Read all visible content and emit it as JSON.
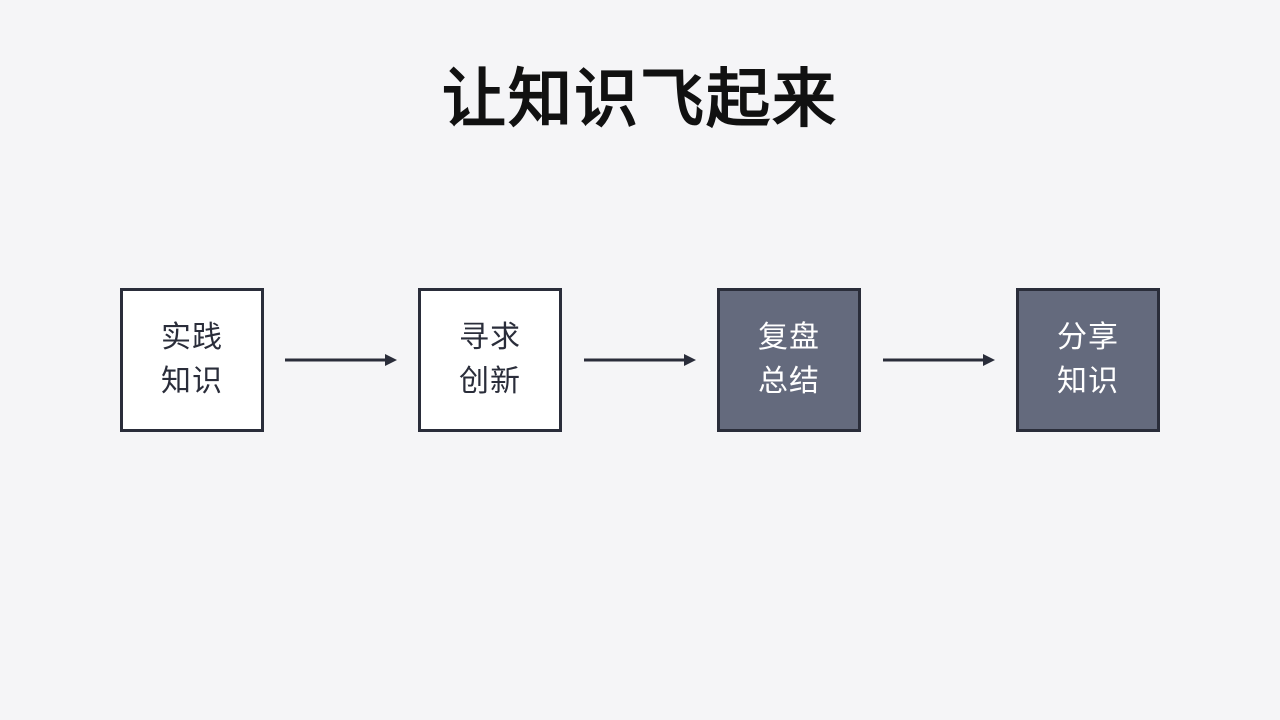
{
  "title": "让知识飞起来",
  "steps": [
    {
      "line1": "实践",
      "line2": "知识",
      "style": "light"
    },
    {
      "line1": "寻求",
      "line2": "创新",
      "style": "light"
    },
    {
      "line1": "复盘",
      "line2": "总结",
      "style": "dark"
    },
    {
      "line1": "分享",
      "line2": "知识",
      "style": "dark"
    }
  ],
  "colors": {
    "background": "#f5f5f7",
    "border": "#2a2d3a",
    "dark_fill": "#646a7d",
    "light_fill": "#ffffff"
  }
}
